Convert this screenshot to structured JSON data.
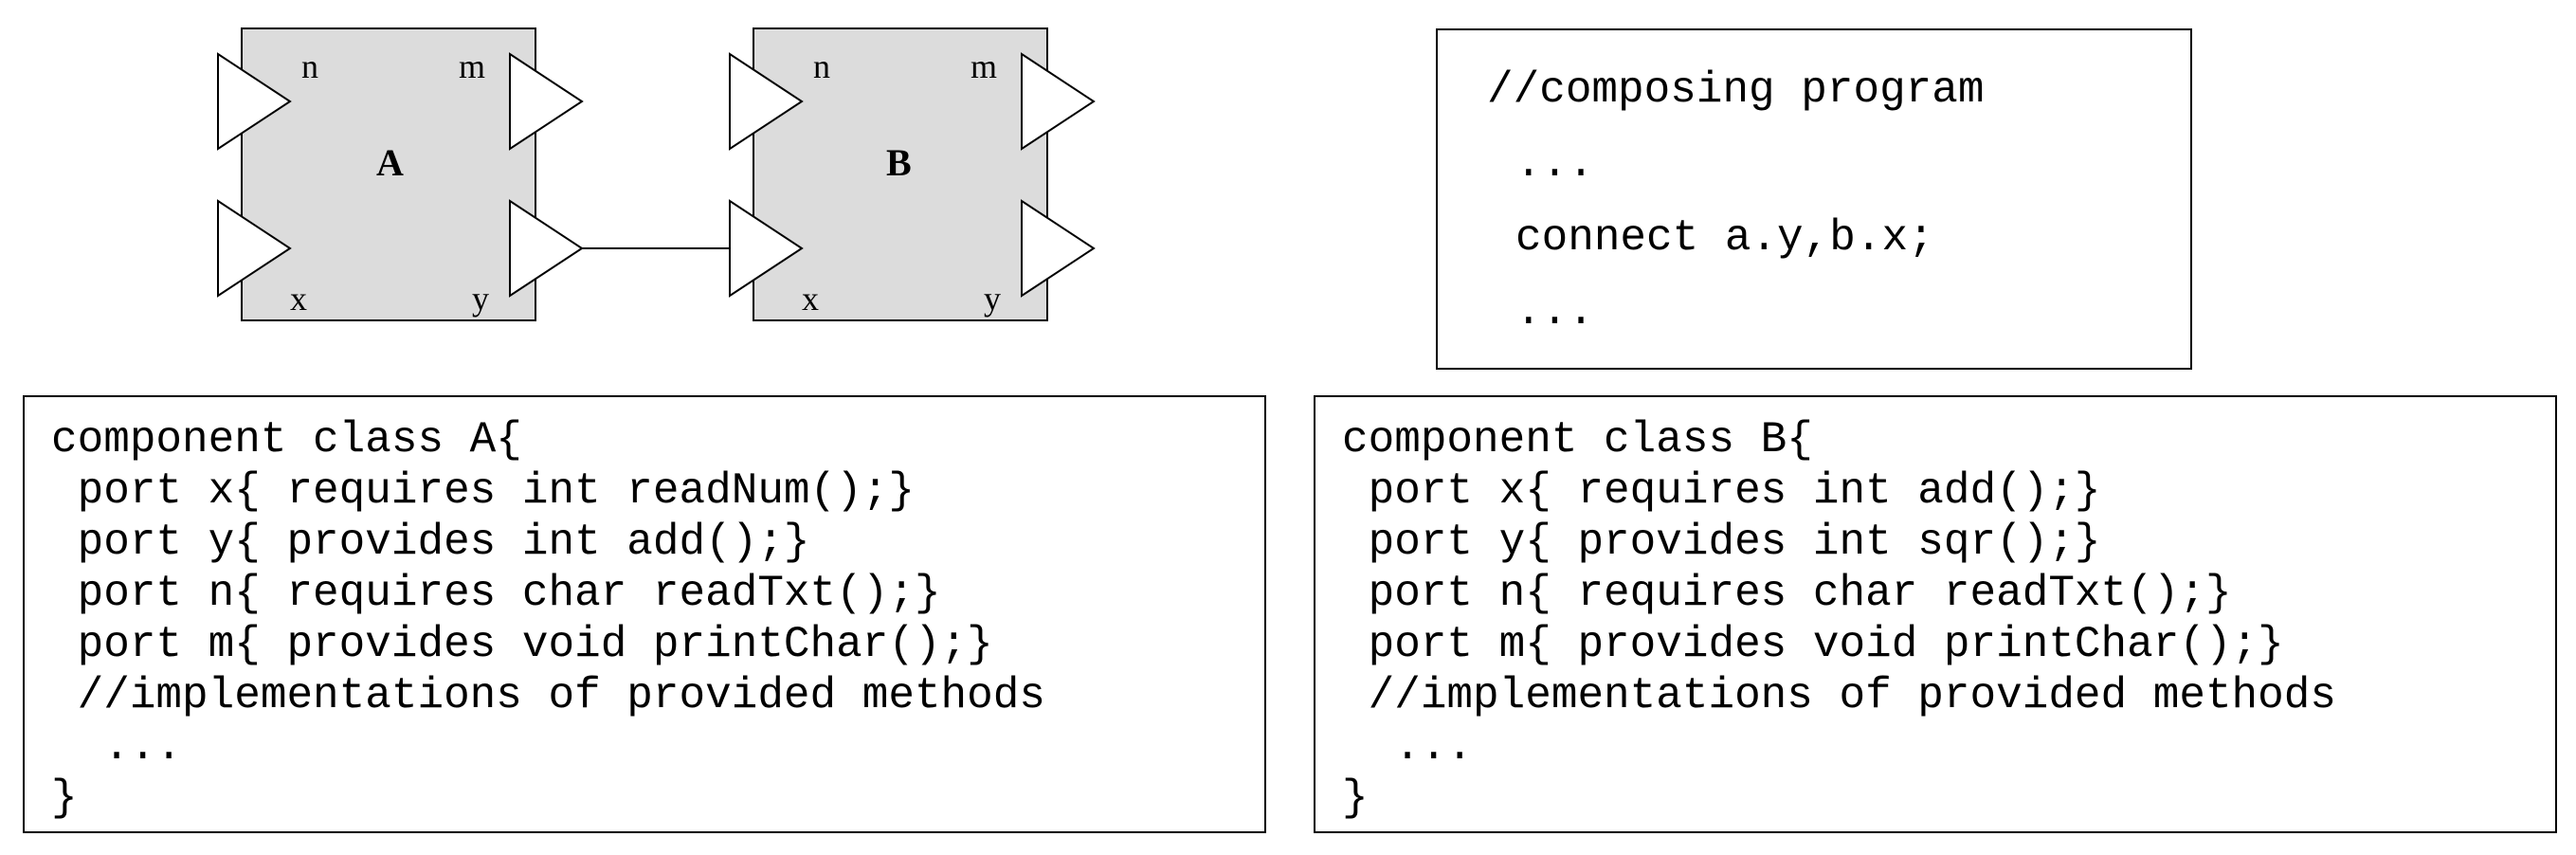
{
  "diagram": {
    "components": [
      {
        "name": "A",
        "ports": {
          "top_left": "n",
          "top_right": "m",
          "bottom_left": "x",
          "bottom_right": "y"
        }
      },
      {
        "name": "B",
        "ports": {
          "top_left": "n",
          "top_right": "m",
          "bottom_left": "x",
          "bottom_right": "y"
        }
      }
    ],
    "colors": {
      "component_fill": "#dcdcdc",
      "stroke": "#000000",
      "port_fill": "#ffffff"
    }
  },
  "composing_program": {
    "lines": [
      "//composing program",
      "...",
      "connect a.y,b.x;",
      "..."
    ]
  },
  "class_a": {
    "lines": [
      "component class A{",
      " port x{ requires int readNum();}",
      " port y{ provides int add();}",
      " port n{ requires char readTxt();}",
      " port m{ provides void printChar();}",
      " //implementations of provided methods",
      "  ...",
      "}"
    ]
  },
  "class_b": {
    "lines": [
      "component class B{",
      " port x{ requires int add();}",
      " port y{ provides int sqr();}",
      " port n{ requires char readTxt();}",
      " port m{ provides void printChar();}",
      " //implementations of provided methods",
      "  ...",
      "}"
    ]
  }
}
